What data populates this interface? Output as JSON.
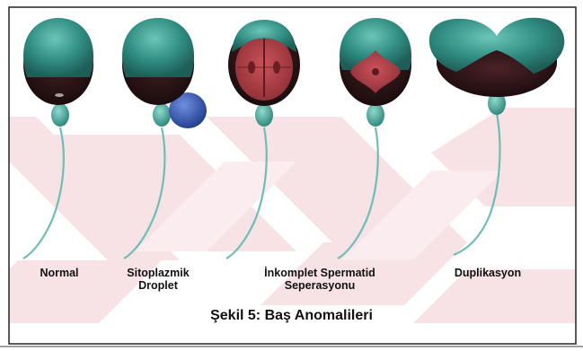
{
  "cells": [
    {
      "id": "normal",
      "label_lines": [
        "Normal"
      ]
    },
    {
      "id": "sitoplazmik",
      "label_lines": [
        "Sitoplazmik",
        "Droplet"
      ]
    },
    {
      "id": "inkomplet",
      "label_lines": [
        "İnkomplet Spermatid",
        "Seperasyonu"
      ]
    },
    {
      "id": "duplikasyon",
      "label_lines": [
        "Duplikasyon"
      ]
    }
  ],
  "caption": "Şekil 5: Baş Anomalileri",
  "colors": {
    "watermark": "#f6e0e4",
    "acrosome": "#3a9a8c",
    "head_dark": "#2a1416",
    "head_red": "#b8454a",
    "midpiece": "#4fb3a6",
    "tail": "#6fbeb4",
    "droplet": "#3a5fb8",
    "frame": "#222222"
  }
}
